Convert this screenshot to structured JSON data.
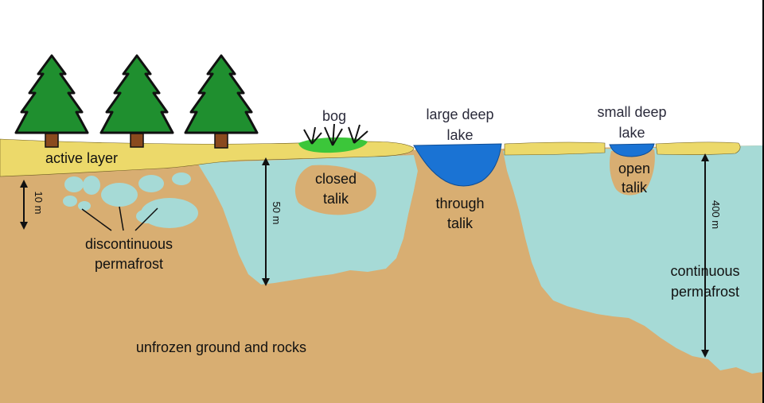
{
  "labels": {
    "active_layer": "active layer",
    "bog": "bog",
    "large_lake_line1": "large deep",
    "large_lake_line2": "lake",
    "small_lake_line1": "small deep",
    "small_lake_line2": "lake",
    "closed_talik_line1": "closed",
    "closed_talik_line2": "talik",
    "through_talik_line1": "through",
    "through_talik_line2": "talik",
    "open_talik_line1": "open",
    "open_talik_line2": "talik",
    "discontinuous_line1": "discontinuous",
    "discontinuous_line2": "permafrost",
    "continuous_line1": "continuous",
    "continuous_line2": "permafrost",
    "unfrozen": "unfrozen ground and rocks"
  },
  "scales": {
    "small": "10 m",
    "medium": "50 m",
    "large": "400 m"
  },
  "colors": {
    "sky": "#ffffff",
    "ground": "#d8ae72",
    "permafrost": "#a6dad6",
    "active_layer": "#ecd96a",
    "lake": "#1a73d4",
    "bog": "#3cc63a",
    "tree": "#1f8f2f",
    "trunk": "#8a4a1e"
  }
}
